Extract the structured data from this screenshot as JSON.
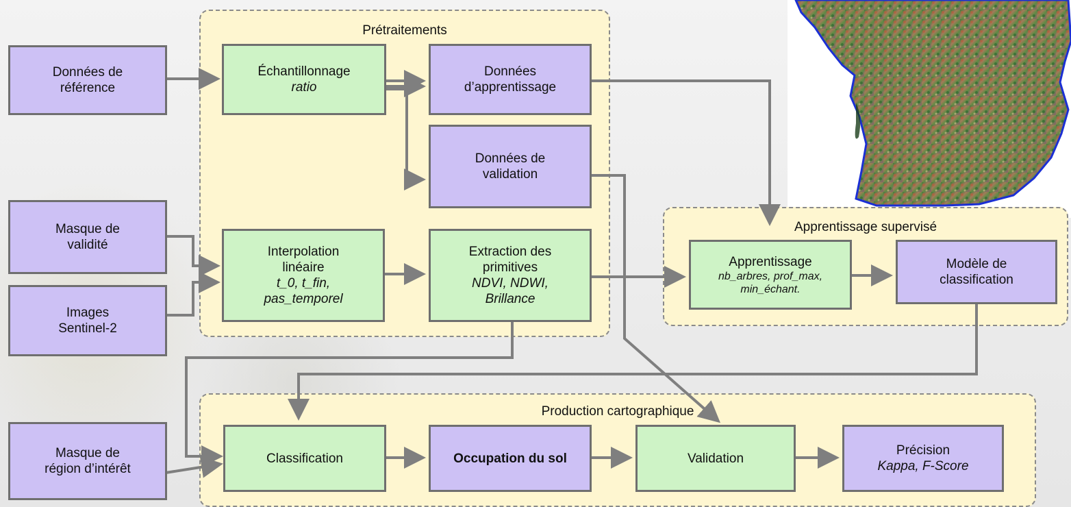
{
  "groups": {
    "pretraitements": "Prétraitements",
    "apprentissage": "Apprentissage supervisé",
    "production": "Production cartographique"
  },
  "boxes": {
    "donnees_reference": {
      "line1": "Données de",
      "line2": "référence"
    },
    "masque_validite": {
      "line1": "Masque de",
      "line2": "validité"
    },
    "images_sentinel": {
      "line1": "Images",
      "line2": "Sentinel-2"
    },
    "masque_region": {
      "line1": "Masque de",
      "line2": "région d’intérêt"
    },
    "echantillonnage": {
      "title": "Échantillonnage",
      "param": "ratio"
    },
    "donnees_apprentissage": {
      "line1": "Données",
      "line2": "d’apprentissage"
    },
    "donnees_validation": {
      "line1": "Données de",
      "line2": "validation"
    },
    "interpolation": {
      "line1": "Interpolation",
      "line2": "linéaire",
      "param1": "t_0, t_fin,",
      "param2": "pas_temporel"
    },
    "extraction": {
      "line1": "Extraction des",
      "line2": "primitives",
      "param1": "NDVI, NDWI,",
      "param2": "Brillance"
    },
    "apprentissage_box": {
      "title": "Apprentissage",
      "param1": "nb_arbres, prof_max,",
      "param2": "min_échant."
    },
    "modele": {
      "line1": "Modèle de",
      "line2": "classification"
    },
    "classification": {
      "title": "Classification"
    },
    "occupation": {
      "title": "Occupation du sol"
    },
    "validation_box": {
      "title": "Validation"
    },
    "precision": {
      "title": "Précision",
      "param": "Kappa, F-Score"
    }
  },
  "colors": {
    "input_box": "#cdc1f5",
    "process_box": "#cef3c6",
    "group_bg": "#fef6d0",
    "arrow": "#7f7f7f"
  }
}
